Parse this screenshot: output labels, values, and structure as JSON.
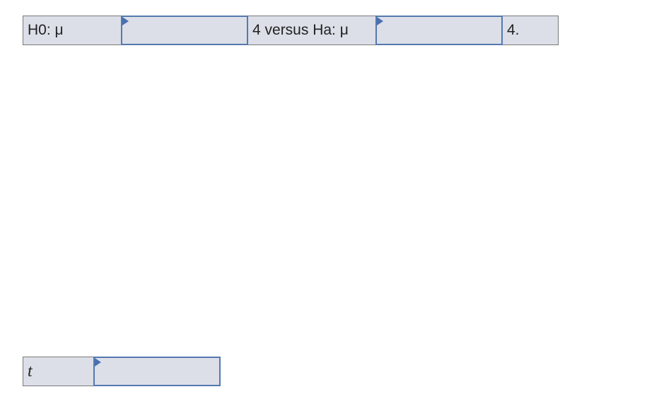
{
  "hypothesis_row": {
    "h0_label": "H0: μ",
    "h0_operator_dropdown": {
      "selected": ""
    },
    "middle_text": "4 versus Ha: μ",
    "ha_operator_dropdown": {
      "selected": ""
    },
    "end_text": "4."
  },
  "test_statistic_row": {
    "label": "t",
    "value_dropdown": {
      "selected": ""
    }
  },
  "colors": {
    "cell_bg": "#dcdfe8",
    "dropdown_border": "#5578b0",
    "cell_border": "#7a7a7a"
  }
}
